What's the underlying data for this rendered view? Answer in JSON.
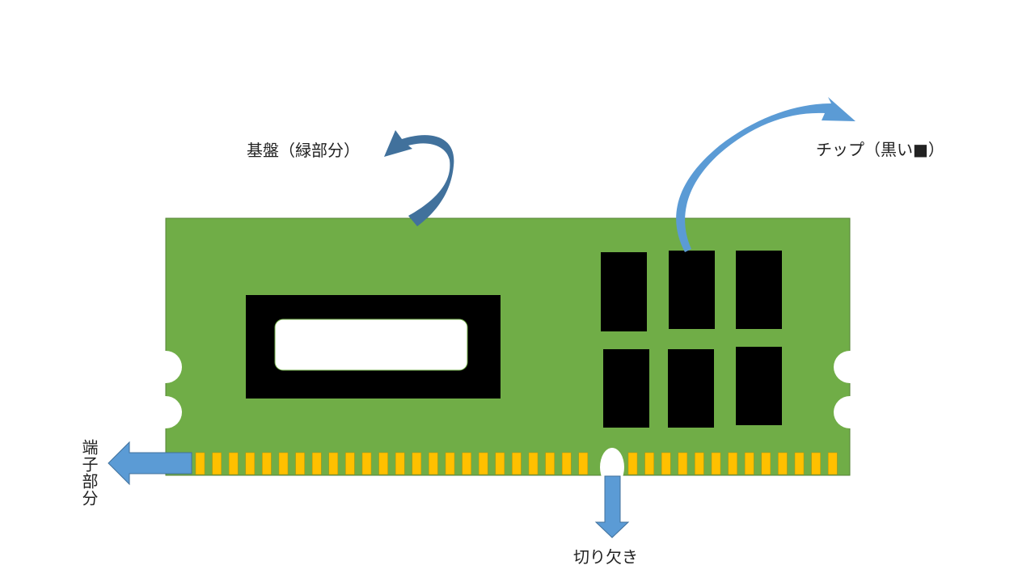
{
  "labels": {
    "board": "基盤（緑部分）",
    "chip": "チップ（黒い■）",
    "terminal": "端子部分",
    "notch": "切り欠き"
  },
  "colors": {
    "board": "#70ad47",
    "board_edge": "#548235",
    "chip": "#000000",
    "label_window": "#ffffff",
    "pin": "#ffc000",
    "pin_edge": "#bf9000",
    "arrow": "#5b9bd5",
    "arrow_dark": "#41719c"
  },
  "icons": {
    "board_arrow": "curved-arrow-icon",
    "chip_arrow": "curved-arrow-icon",
    "terminal_arrow": "left-arrow-icon",
    "notch_arrow": "down-arrow-icon"
  }
}
